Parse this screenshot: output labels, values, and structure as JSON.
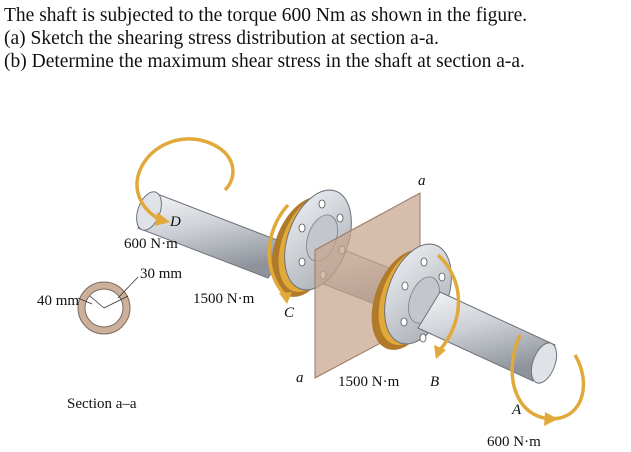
{
  "problem": {
    "line1": "The shaft is subjected to the torque 600 Nm as shown in the figure.",
    "line2": "(a) Sketch the shearing stress distribution at section a-a.",
    "line3": "(b) Determine the maximum shear stress in the shaft at section a-a."
  },
  "figure": {
    "label_D": "D",
    "torque_D": "600 N·m",
    "inner_dim": "30 mm",
    "outer_dim": "40 mm",
    "torque_C": "1500 N·m",
    "label_C": "C",
    "section_top": "a",
    "section_bottom": "a",
    "torque_B": "1500 N·m",
    "label_B": "B",
    "label_A": "A",
    "torque_A": "600 N·m",
    "section_caption": "Section a–a"
  },
  "colors": {
    "shaft": "#c9ccd2",
    "flange_ring": "#d9a24a",
    "plane": "#c8a48a",
    "arrow": "#e0a93a"
  }
}
